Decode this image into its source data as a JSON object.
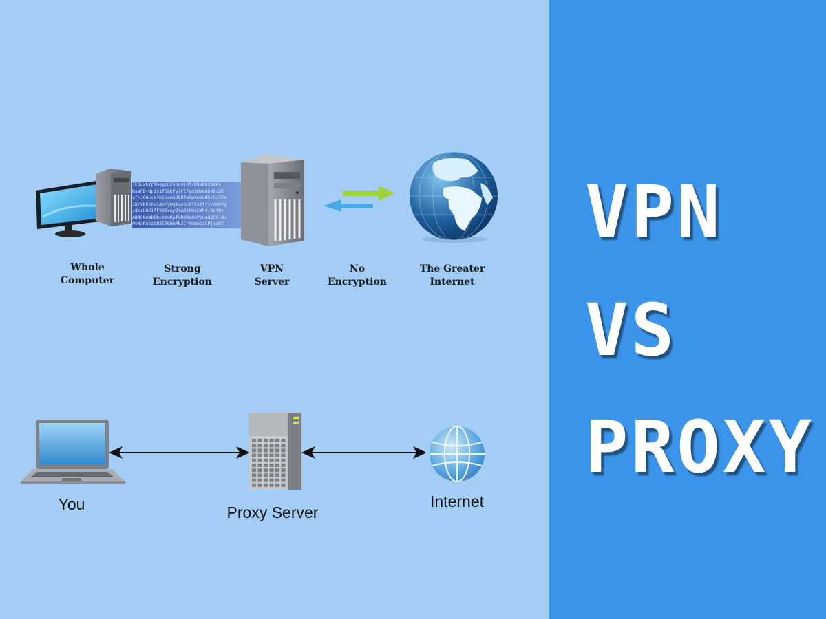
{
  "title": {
    "lines": [
      "VPN",
      "VS",
      "PROXY"
    ]
  },
  "vpn_diagram": {
    "nodes": [
      {
        "label_line1": "Whole",
        "label_line2": "Computer",
        "icon": "desktop-computer-icon"
      },
      {
        "label_line1": "Strong",
        "label_line2": "Encryption",
        "icon": "encrypted-data-stream-icon"
      },
      {
        "label_line1": "VPN",
        "label_line2": "Server",
        "icon": "server-tower-icon"
      },
      {
        "label_line1": "No",
        "label_line2": "Encryption",
        "icon": "bidirectional-arrows-icon"
      },
      {
        "label_line1": "The Greater",
        "label_line2": "Internet",
        "icon": "globe-icon"
      }
    ],
    "encrypted_text_rows": [
      "7E3oxkYpTmqgLH2kUc4jdf/K8aBn2QsWv",
      "BaaFD+dp1s1fGkbfyjFE7gn3UVk8Q40/ZK",
      "gf+JGAcvsfmjUamsD6HTmGpXudadhiF/ZKe",
      "3BFVD0pDx1ApPyWgtvn6p6Y2stlty/JmKfg",
      "/dcsU0K1fF9d6voyQYaJiKGsCXh4jHqYB+",
      "AB9CNeWbDbcbNuRyIVD2RidvPyna883CjWu",
      "Pe4aRuzzSN3IT6WmPbJCF0mOmCsLPjse8T"
    ],
    "arrow_colors": {
      "outgoing": "#9dd23a",
      "incoming": "#4aa8e6"
    }
  },
  "proxy_diagram": {
    "nodes": [
      {
        "label": "You",
        "icon": "laptop-icon"
      },
      {
        "label": "Proxy Server",
        "icon": "proxy-server-icon"
      },
      {
        "label": "Internet",
        "icon": "globe-icon"
      }
    ]
  },
  "colors": {
    "left_background": "#a3cdf5",
    "right_background": "#3a94ea",
    "title_text": "#ffffff"
  }
}
